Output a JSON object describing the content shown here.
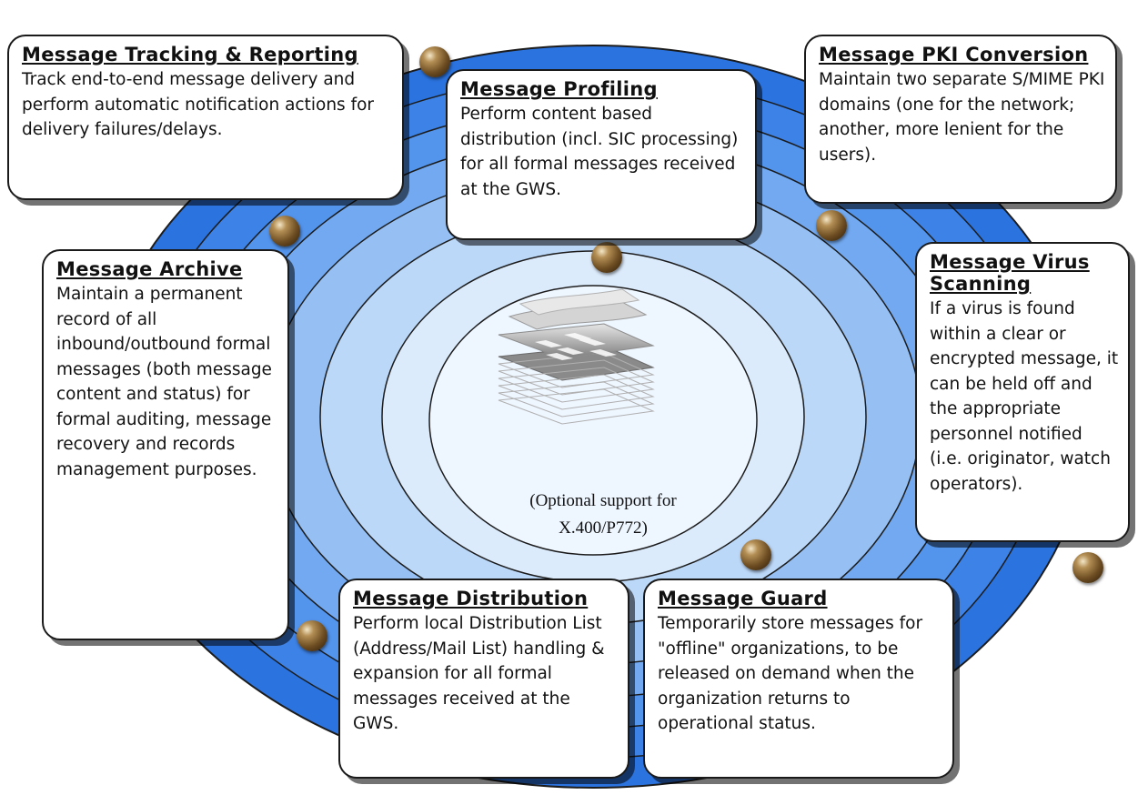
{
  "center": {
    "caption_line1": "(Optional support for",
    "caption_line2": "X.400/P772)",
    "icon": "stacked-documents-icon"
  },
  "callouts": {
    "tracking": {
      "title": "Message Tracking & Reporting",
      "body": "Track end-to-end message delivery and perform automatic notification actions for delivery failures/delays."
    },
    "profiling": {
      "title": "Message Profiling",
      "body": "Perform content based distribution (incl. SIC processing) for all formal messages received at the GWS."
    },
    "pki": {
      "title": "Message PKI Conversion",
      "body": "Maintain two separate S/MIME PKI domains (one for the network; another, more lenient for the users)."
    },
    "archive": {
      "title": "Message Archive",
      "body": "Maintain a permanent record of all inbound/outbound formal messages (both message content and status) for formal auditing, message recovery and records management purposes."
    },
    "virus": {
      "title": "Message Virus Scanning",
      "body": "If a virus is found within a clear or encrypted message, it can be held off and the appropriate personnel notified (i.e. originator, watch operators)."
    },
    "distribution": {
      "title": "Message Distribution",
      "body": "Perform local Distribution List (Address/Mail List) handling & expansion for all formal messages received at the GWS."
    },
    "guard": {
      "title": "Message Guard",
      "body": "Temporarily store messages for \"offline\" organizations, to be released on demand when the organization returns to operational status."
    }
  },
  "colors": {
    "ring_outer": "#1f6fe0",
    "ring_inner": "#e4f2ff",
    "ring_line": "#2a2a2a",
    "bead": "#6d4d22",
    "callout_border": "#1a1a1a"
  }
}
